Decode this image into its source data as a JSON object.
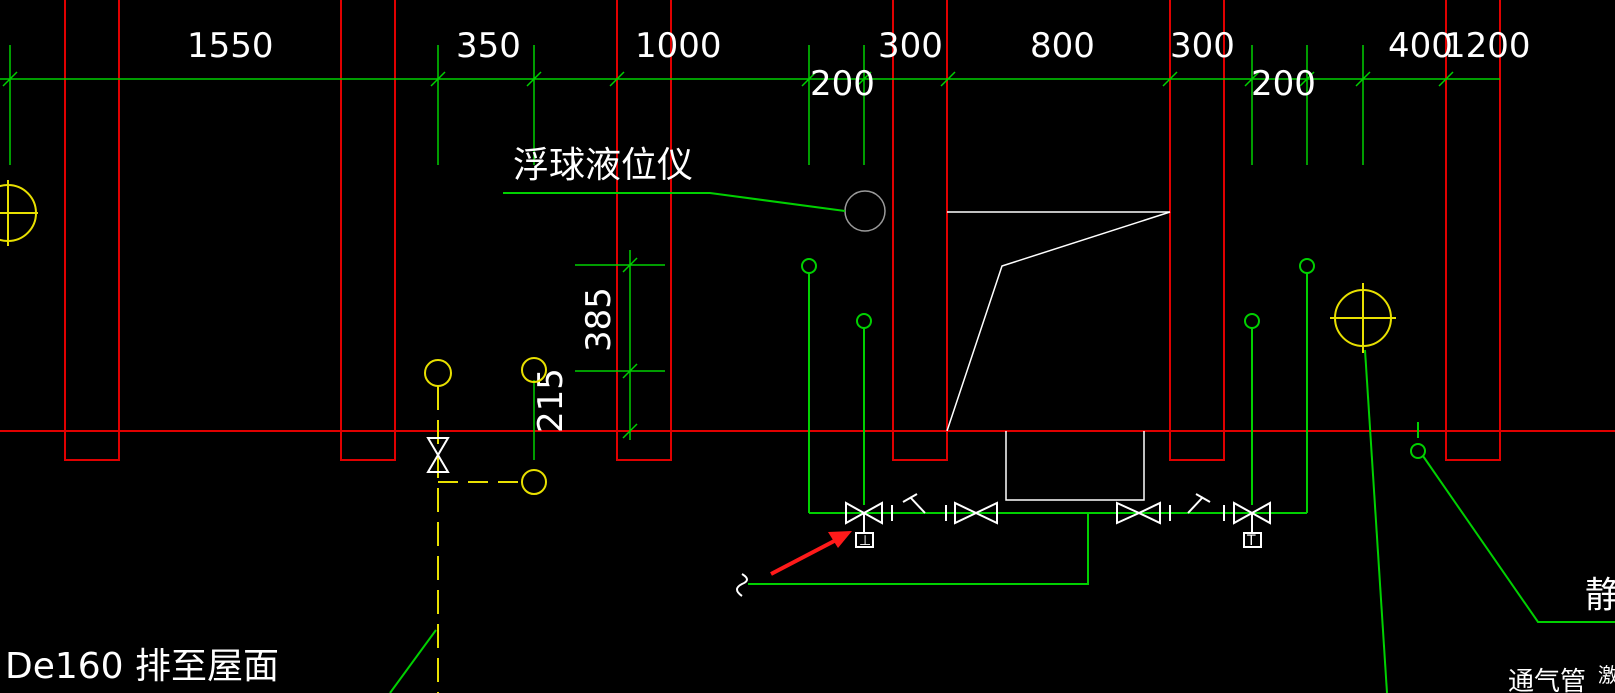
{
  "drawing": {
    "colors": {
      "wall": "#e00000",
      "dimension": "#00d000",
      "pipe": "#00d000",
      "yellow": "#e8e000",
      "text": "#ffffff",
      "arrow": "#ff1a1a"
    },
    "top_dimensions": [
      "1550",
      "350",
      "1000",
      "300",
      "800",
      "300",
      "400",
      "1200"
    ],
    "lower_dimensions": [
      "200",
      "200"
    ],
    "vertical_dimensions": [
      "385",
      "215"
    ],
    "labels": {
      "float_level_gauge": "浮球液位仪",
      "exhaust": "De160 排至屋面",
      "vent_pipe": "通气管",
      "partial_right_1": "静",
      "partial_right_2": "激"
    },
    "valve_tags": [
      "⊥",
      "T"
    ]
  }
}
